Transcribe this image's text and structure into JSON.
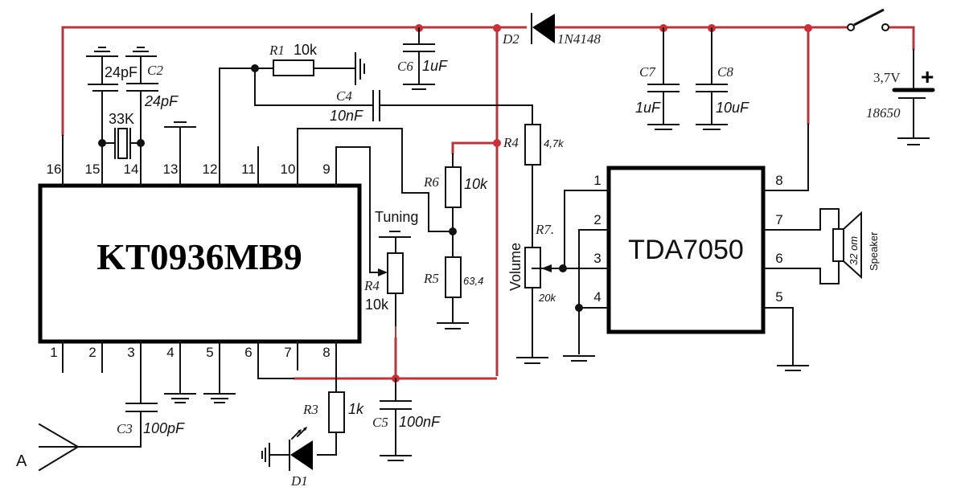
{
  "title": "KT0936MB9 + TDA7050 receiver schematic",
  "colors": {
    "power_wire": "#b1383c",
    "junction_power": "#c8303a",
    "wire": "#111111"
  },
  "ic1": {
    "name": "KT0936MB9",
    "top_pins": [
      "16",
      "15",
      "14",
      "13",
      "12",
      "11",
      "10",
      "9"
    ],
    "bottom_pins": [
      "1",
      "2",
      "3",
      "4",
      "5",
      "6",
      "7",
      "8"
    ]
  },
  "ic2": {
    "name": "TDA7050",
    "left_pins": [
      "1",
      "2",
      "3",
      "4"
    ],
    "right_pins": [
      "8",
      "7",
      "6",
      "5"
    ]
  },
  "components": {
    "C1": {
      "value": "24pF"
    },
    "C2": {
      "ref": "C2",
      "value": "24pF"
    },
    "X1": {
      "value": "33K"
    },
    "R1": {
      "ref": "R1",
      "value": "10k"
    },
    "C4": {
      "ref": "C4",
      "value": "10nF"
    },
    "C6": {
      "ref": "C6",
      "value": "1uF"
    },
    "D2": {
      "ref": "D2",
      "value": "1N4148"
    },
    "C7": {
      "ref": "C7",
      "value": "1uF"
    },
    "C8": {
      "ref": "C8",
      "value": "10uF"
    },
    "BAT": {
      "voltage": "3,7V",
      "type": "18650",
      "polarity": "+"
    },
    "R4a": {
      "ref": "R4",
      "value": "4,7k"
    },
    "R6": {
      "ref": "R6",
      "value": "10k"
    },
    "R5": {
      "ref": "R5",
      "value": "63,4"
    },
    "R4b": {
      "ref": "R4",
      "value": "10k",
      "label": "Tuning"
    },
    "R7": {
      "ref": "R7.",
      "value": "20k",
      "label": "Volume"
    },
    "C3": {
      "ref": "C3",
      "value": "100pF"
    },
    "R3": {
      "ref": "R3",
      "value": "1k"
    },
    "C5": {
      "ref": "C5",
      "value": "100nF"
    },
    "D1": {
      "ref": "D1"
    },
    "SPK": {
      "value": "32 om",
      "label": "Speaker"
    },
    "ANT": {
      "label": "A"
    }
  }
}
